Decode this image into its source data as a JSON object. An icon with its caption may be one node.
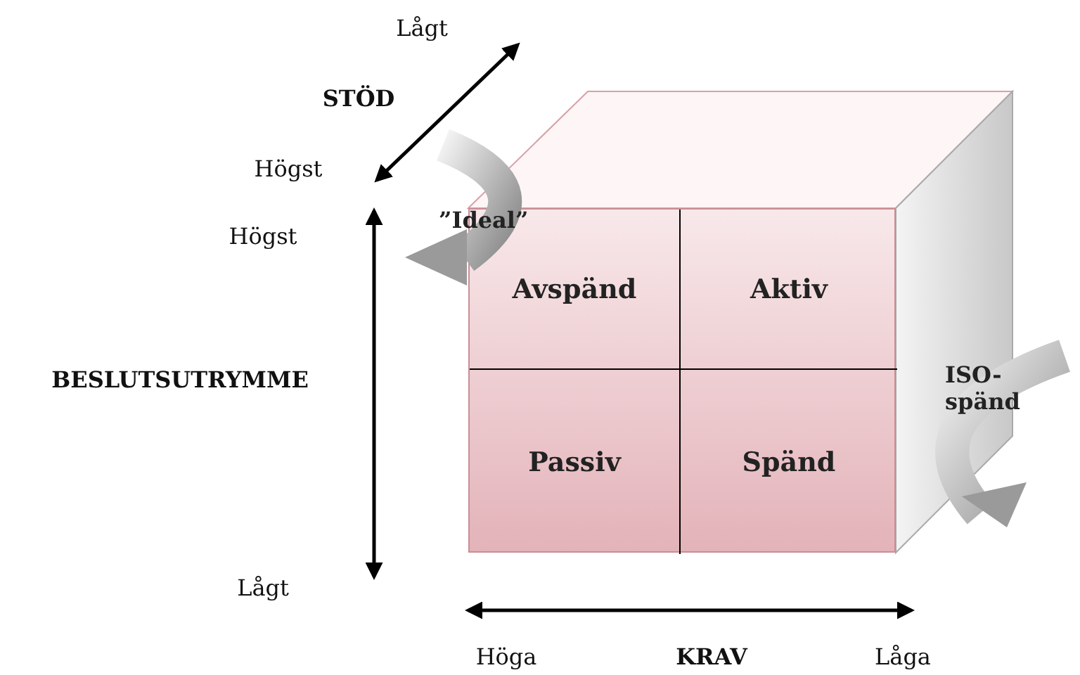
{
  "diagram": {
    "nodes": [
      {
        "text": [],
        "shape": "box"
      },
      {
        "text": [
          "Avspänd"
        ],
        "in": 0
      },
      {
        "text": [
          "Aktiv"
        ],
        "in": 0
      },
      {
        "text": [
          "Passiv"
        ],
        "in": 0
      },
      {
        "text": [
          "Spänd"
        ],
        "in": 0
      },
      {
        "text": [
          "”Ideal”"
        ]
      },
      {
        "text": [
          "ISO-spänd"
        ]
      }
    ],
    "edges": [],
    "labels": [
      "Lågt",
      "STÖD",
      "Högst",
      "Högst",
      "BESLUTSUTRYMME",
      "Lågt",
      "Höga",
      "KRAV",
      "Låga"
    ]
  }
}
